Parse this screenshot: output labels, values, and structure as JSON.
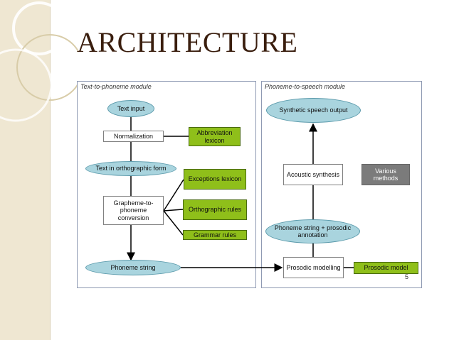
{
  "title": "ARCHITECTURE",
  "page_number": "5",
  "left_module": {
    "title": "Text-to-phoneme module",
    "text_input": "Text input",
    "normalization": "Normalization",
    "abbreviation_lexicon": "Abbreviation lexicon",
    "orthographic_text": "Text in orthographic form",
    "g2p_conversion": "Grapheme-to-phoneme conversion",
    "exceptions_lexicon": "Exceptions lexicon",
    "orthographic_rules": "Orthographic rules",
    "grammar_rules": "Grammar rules",
    "phoneme_string": "Phoneme string"
  },
  "right_module": {
    "title": "Phoneme-to-speech module",
    "synthetic_output": "Synthetic speech output",
    "acoustic_synthesis": "Acoustic synthesis",
    "various_methods": "Various methods",
    "phoneme_annotation": "Phoneme string + prosodic annotation",
    "prosodic_modelling": "Prosodic modelling",
    "prosodic_model": "Prosodic model"
  },
  "colors": {
    "ellipse_fill": "#a9d4de",
    "resource_green": "#8fbf1a",
    "method_grey": "#7b7b7b",
    "title_brown": "#3a1e0e"
  }
}
